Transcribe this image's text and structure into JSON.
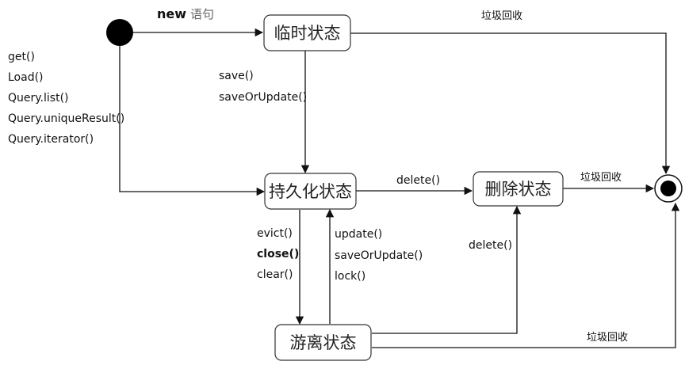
{
  "states": {
    "transient": "临时状态",
    "persistent": "持久化状态",
    "deleted": "删除状态",
    "detached": "游离状态"
  },
  "transitions": {
    "new_keyword": "new",
    "new_suffix": "语句",
    "gc_top": "垃圾回收",
    "gc_deleted": "垃圾回收",
    "gc_detached": "垃圾回收",
    "to_persistent_methods": [
      "get()",
      "Load()",
      "Query.list()",
      "Query.uniqueResult()",
      "Query.iterator()"
    ],
    "save_methods": [
      "save()",
      "saveOrUpdate()"
    ],
    "delete_from_persistent": "delete()",
    "evict_methods": [
      "evict()",
      "close()",
      "clear()"
    ],
    "reattach_methods": [
      "update()",
      "saveOrUpdate()",
      "lock()"
    ],
    "delete_from_detached": "delete()"
  }
}
